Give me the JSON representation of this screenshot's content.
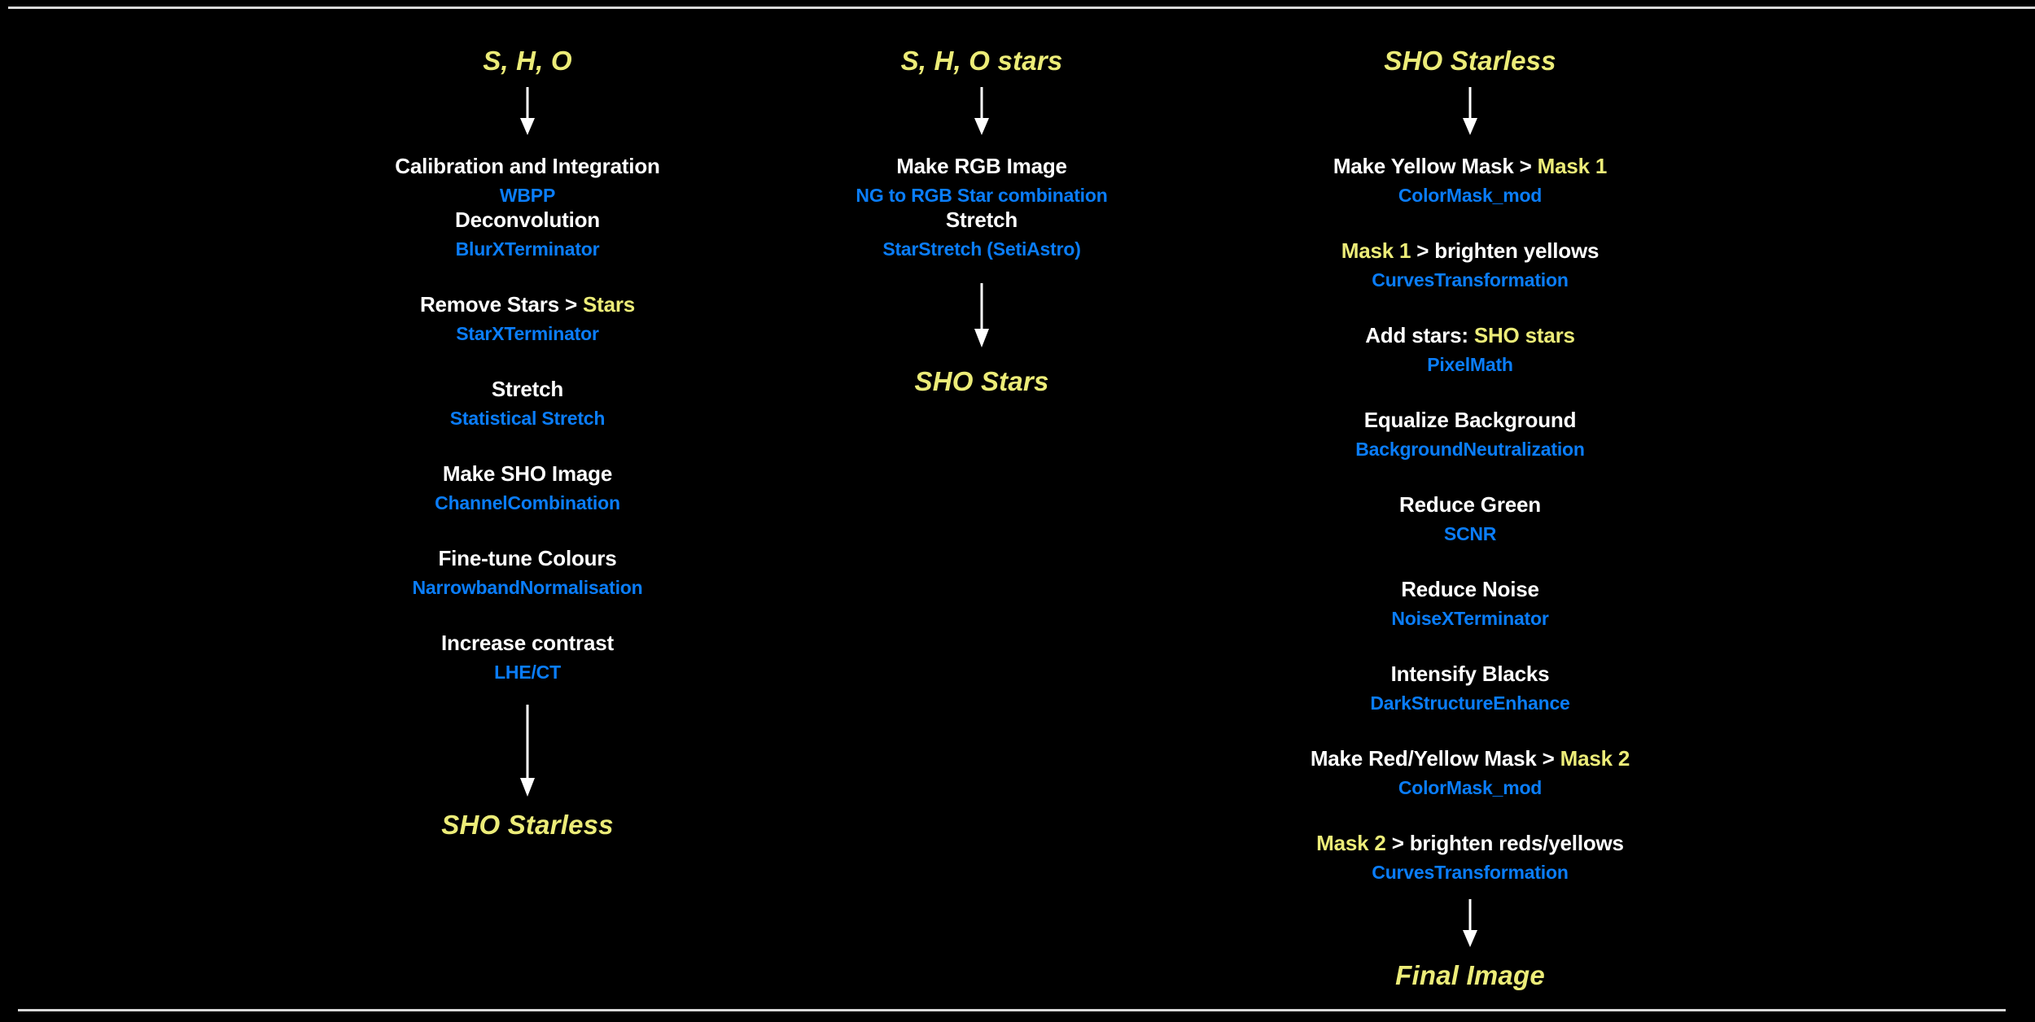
{
  "diagram": {
    "title_hidden": "",
    "colors": {
      "background": "#000000",
      "node_yellow": "#ecec78",
      "step_white": "#ffffff",
      "tool_blue": "#0a7dfa",
      "frame_line": "#d8d8d8"
    },
    "columns": [
      {
        "id": "column-linear-to-sho-starless",
        "start_label": "S, H, O",
        "end_label": "SHO Starless",
        "steps": [
          {
            "title": "Calibration and Integration",
            "title_pre": "Calibration and Integration",
            "title_hl": "",
            "title_post": "",
            "tool": "WBPP"
          },
          {
            "title": "Deconvolution",
            "title_pre": "Deconvolution",
            "title_hl": "",
            "title_post": "",
            "tool": "BlurXTerminator"
          },
          {
            "title": "Remove Stars > Stars",
            "title_pre": "Remove Stars > ",
            "title_hl": "Stars",
            "title_post": "",
            "tool": "StarXTerminator"
          },
          {
            "title": "Stretch",
            "title_pre": "Stretch",
            "title_hl": "",
            "title_post": "",
            "tool": "Statistical Stretch"
          },
          {
            "title": "Make SHO Image",
            "title_pre": "Make SHO Image",
            "title_hl": "",
            "title_post": "",
            "tool": "ChannelCombination"
          },
          {
            "title": "Fine-tune Colours",
            "title_pre": "Fine-tune Colours",
            "title_hl": "",
            "title_post": "",
            "tool": "NarrowbandNormalisation"
          },
          {
            "title": "Increase contrast",
            "title_pre": "Increase contrast",
            "title_hl": "",
            "title_post": "",
            "tool": "LHE/CT"
          }
        ]
      },
      {
        "id": "column-stars",
        "start_label": "S, H, O stars",
        "end_label": "SHO Stars",
        "steps": [
          {
            "title": "Make RGB Image",
            "title_pre": "Make RGB Image",
            "title_hl": "",
            "title_post": "",
            "tool": "NG to RGB Star combination"
          },
          {
            "title": "Stretch",
            "title_pre": "Stretch",
            "title_hl": "",
            "title_post": "",
            "tool": "StarStretch (SetiAstro)"
          }
        ]
      },
      {
        "id": "column-sho-starless-to-final",
        "start_label": "SHO Starless",
        "end_label": "Final Image",
        "steps": [
          {
            "title": "Make Yellow Mask > Mask 1",
            "title_pre": "Make Yellow Mask > ",
            "title_hl": "Mask 1",
            "title_post": "",
            "tool": "ColorMask_mod"
          },
          {
            "title": "Mask 1 > brighten yellows",
            "title_pre": "",
            "title_hl": "Mask 1",
            "title_post": " > brighten yellows",
            "tool": "CurvesTransformation"
          },
          {
            "title": "Add stars: SHO stars",
            "title_pre": "Add stars: ",
            "title_hl": "SHO stars",
            "title_post": "",
            "tool": "PixelMath"
          },
          {
            "title": "Equalize Background",
            "title_pre": "Equalize Background",
            "title_hl": "",
            "title_post": "",
            "tool": "BackgroundNeutralization"
          },
          {
            "title": "Reduce Green",
            "title_pre": "Reduce Green",
            "title_hl": "",
            "title_post": "",
            "tool": "SCNR"
          },
          {
            "title": "Reduce Noise",
            "title_pre": "Reduce Noise",
            "title_hl": "",
            "title_post": "",
            "tool": "NoiseXTerminator"
          },
          {
            "title": "Intensify Blacks",
            "title_pre": "Intensify Blacks",
            "title_hl": "",
            "title_post": "",
            "tool": "DarkStructureEnhance"
          },
          {
            "title": "Make Red/Yellow Mask > Mask 2",
            "title_pre": "Make Red/Yellow Mask > ",
            "title_hl": "Mask 2",
            "title_post": "",
            "tool": "ColorMask_mod"
          },
          {
            "title": "Mask 2 > brighten reds/yellows",
            "title_pre": "",
            "title_hl": "Mask 2",
            "title_post": " > brighten reds/yellows",
            "tool": "CurvesTransformation"
          }
        ]
      }
    ]
  }
}
